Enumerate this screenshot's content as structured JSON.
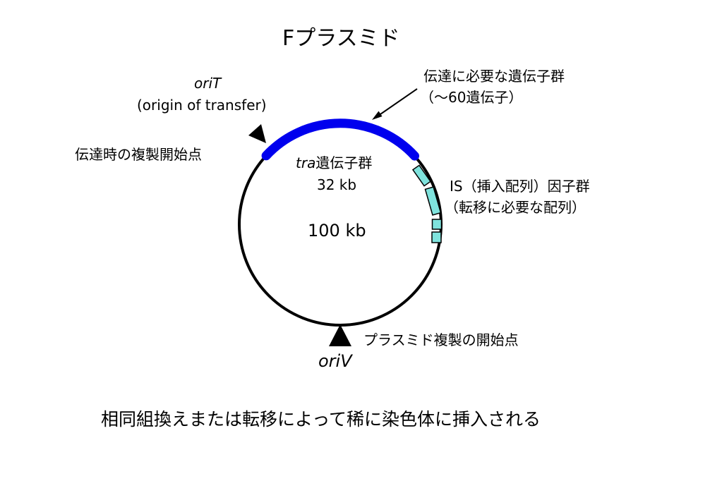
{
  "title": "Fプラスミド",
  "labels": {
    "orit_name": "oriT",
    "orit_desc": "(origin of transfer)",
    "transfer_start": "伝達時の複製開始点",
    "tra_prefix": "tra",
    "tra_suffix": "遺伝子群",
    "tra_size": "32 kb",
    "plasmid_size": "100 kb",
    "transfer_genes_line1": "伝達に必要な遺伝子群",
    "transfer_genes_line2": "（～60遺伝子）",
    "is_line1": "IS（挿入配列）因子群",
    "is_line2": "（転移に必要な配列）",
    "replication_start": "プラスミド複製の開始点",
    "oriv_name": "oriV"
  },
  "caption": "相同組換えまたは転移によって稀に染色体に挿入される",
  "colors": {
    "tra_arc": "#0000ee",
    "is_box_fill": "#7fe3dd",
    "circle": "#000000",
    "marker": "#000000"
  }
}
